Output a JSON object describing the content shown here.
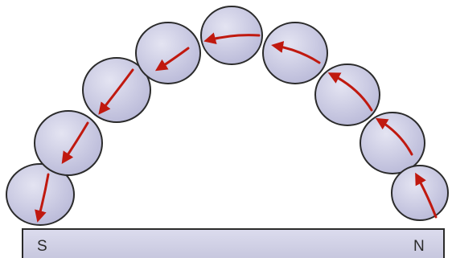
{
  "magnet": {
    "south_label": "S",
    "north_label": "N",
    "fill_color": "#d2d2e6",
    "stroke_color": "#2b2b2b"
  },
  "compasses": {
    "count": 9,
    "fill_color": "#c8c8e2",
    "stroke_color": "#2b2b2b",
    "arrow_color": "#c0190f"
  }
}
